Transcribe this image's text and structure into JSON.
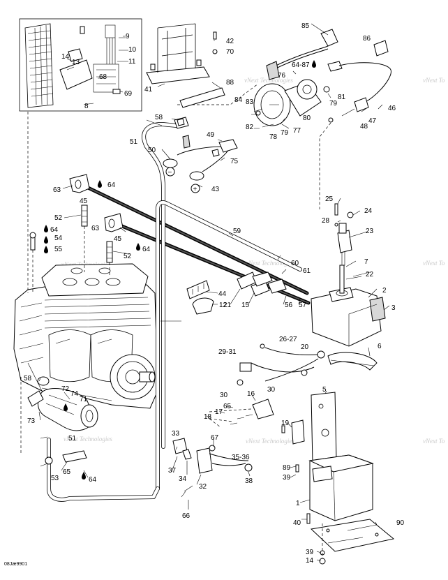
{
  "figure_code": "08Jæ9901",
  "watermark": "vNext Technologies",
  "watermark_right": "vNext To",
  "symbols": {
    "lube": "lubricant-drop-icon",
    "minus": "−",
    "plus": "+"
  },
  "callouts": [
    "1",
    "2",
    "3",
    "6",
    "7",
    "8",
    "9",
    "10",
    "11",
    "12",
    "13",
    "14",
    "15",
    "16",
    "17",
    "18",
    "19",
    "20",
    "21",
    "22",
    "23",
    "24",
    "25",
    "26-27",
    "28",
    "29-31",
    "30",
    "30",
    "32",
    "33",
    "34",
    "35-36",
    "37",
    "38",
    "39",
    "39",
    "40",
    "41",
    "42",
    "43",
    "44",
    "45",
    "45",
    "46",
    "47",
    "48",
    "49",
    "50",
    "51",
    "51",
    "52",
    "52",
    "53",
    "54",
    "55",
    "56",
    "57",
    "58",
    "58",
    "59",
    "60",
    "61",
    "63",
    "63",
    "64",
    "64",
    "64",
    "64",
    "65",
    "65",
    "66",
    "67",
    "68",
    "69",
    "70",
    "72",
    "73",
    "74",
    "71",
    "75",
    "76",
    "77",
    "78",
    "79",
    "79",
    "80",
    "81",
    "82",
    "83",
    "84",
    "85",
    "86",
    "88",
    "89",
    "90",
    "14",
    "64-87",
    "5"
  ]
}
